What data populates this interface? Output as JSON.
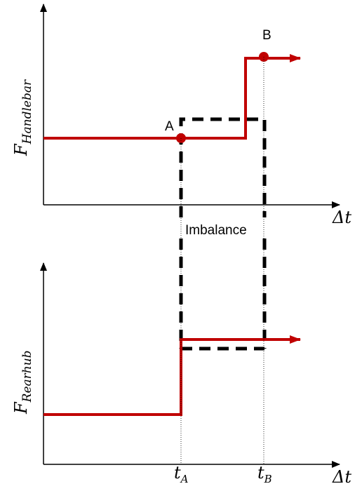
{
  "labels": {
    "top_y_main": "F",
    "top_y_sub": "Handlebar",
    "bottom_y_main": "F",
    "bottom_y_sub": "Rearhub",
    "top_x": "Δt",
    "bottom_x": "Δt",
    "point_a": "A",
    "point_b": "B",
    "imbalance": "Imbalance",
    "tick_a_main": "t",
    "tick_a_sub": "A",
    "tick_b_main": "t",
    "tick_b_sub": "B"
  },
  "colors": {
    "force_line": "#c00000",
    "axis": "#000000",
    "dashed": "#000000"
  }
}
